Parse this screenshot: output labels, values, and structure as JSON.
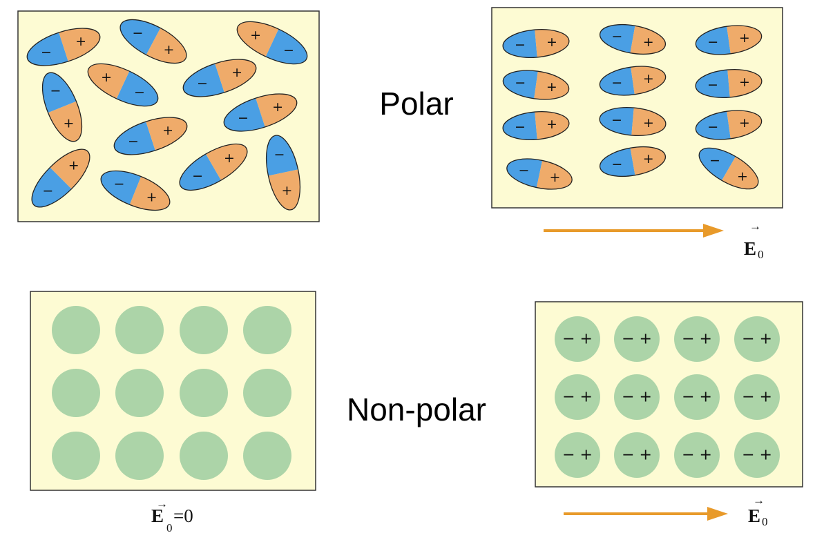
{
  "labels": {
    "polar": "Polar",
    "non_polar": "Non-polar"
  },
  "field": {
    "symbol": "E",
    "subscript": "0",
    "zero_suffix": "=0",
    "arrow_glyph": "→"
  },
  "signs": {
    "minus": "−",
    "plus": "+",
    "pair": "− +"
  },
  "colors": {
    "panel_background": "#fdfbd3",
    "dipole_negative": "#4a9fe4",
    "dipole_positive": "#efab6a",
    "nonpolar_atom": "#acd4a8",
    "field_arrow": "#e89a2a"
  },
  "panels": {
    "polar_random": {
      "dipole_count": 12,
      "aligned": false
    },
    "polar_aligned": {
      "dipole_count": 12,
      "aligned": true
    },
    "nonpolar_unpolarized": {
      "rows": 3,
      "cols": 4,
      "polarized": false
    },
    "nonpolar_polarized": {
      "rows": 3,
      "cols": 4,
      "polarized": true
    }
  }
}
